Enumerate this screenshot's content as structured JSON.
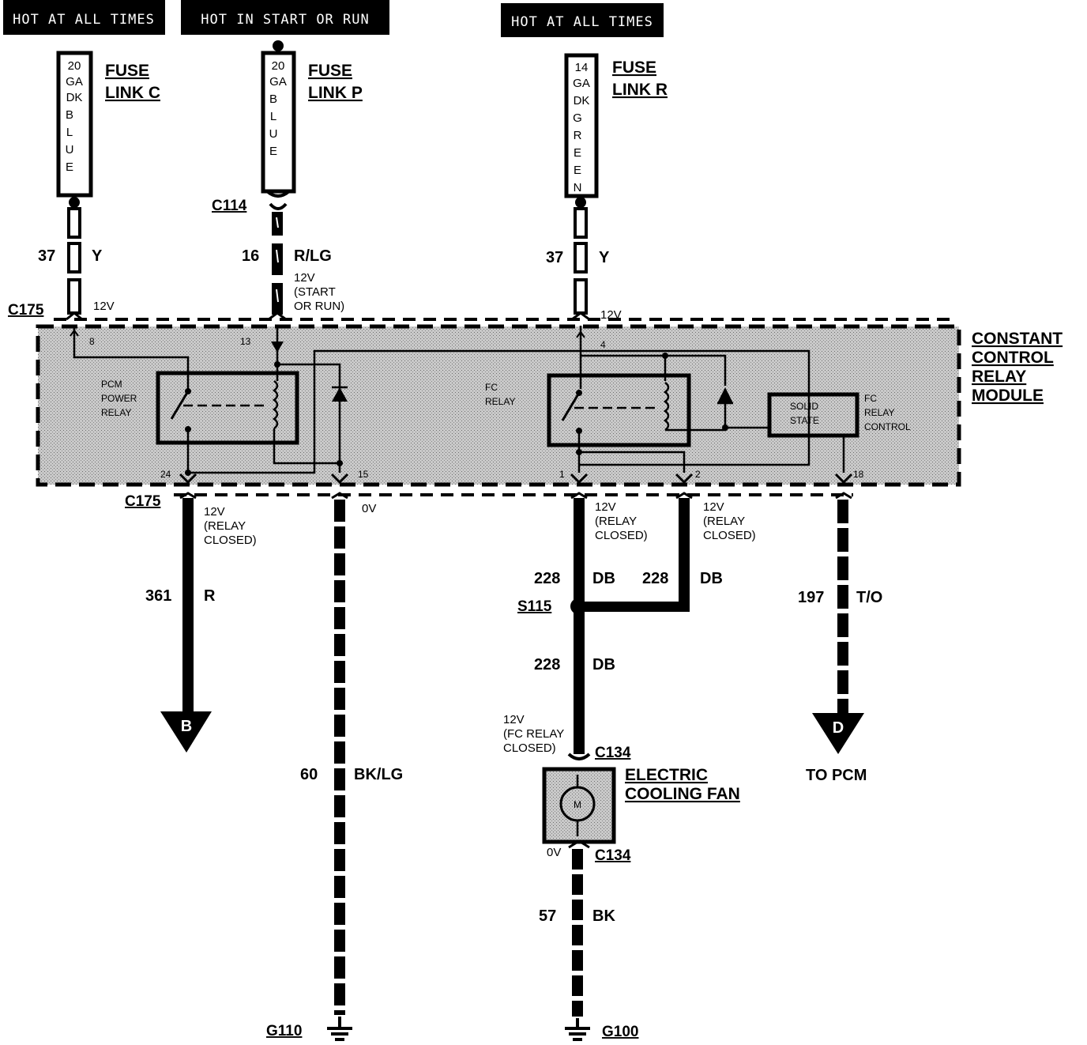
{
  "headers": {
    "left": "HOT AT ALL TIMES",
    "middle": "HOT IN  START OR RUN",
    "right": "HOT AT ALL TIMES"
  },
  "fuse_links": {
    "c": {
      "title_line1": "FUSE",
      "title_line2": "LINK C",
      "letters": [
        "20",
        "GA",
        "DK",
        "B",
        "L",
        "U",
        "E"
      ]
    },
    "p": {
      "title_line1": "FUSE",
      "title_line2": "LINK P",
      "letters": [
        "20",
        "GA",
        "B",
        "L",
        "U",
        "E"
      ]
    },
    "r": {
      "title_line1": "FUSE",
      "title_line2": "LINK R",
      "letters": [
        "14",
        "GA",
        "DK",
        "G",
        "R",
        "E",
        "E",
        "N"
      ]
    }
  },
  "connectors": {
    "c114": "C114",
    "c175_top": "C175",
    "c175_bottom": "C175",
    "s115": "S115",
    "c134_top": "C134",
    "c134_bottom": "C134",
    "g110": "G110",
    "g100": "G100"
  },
  "wires": {
    "w37_left": {
      "circuit": "37",
      "color": "Y"
    },
    "w16": {
      "circuit": "16",
      "color": "R/LG"
    },
    "w37_right": {
      "circuit": "37",
      "color": "Y"
    },
    "w361": {
      "circuit": "361",
      "color": "R"
    },
    "w60": {
      "circuit": "60",
      "color": "BK/LG"
    },
    "w228_a": {
      "circuit": "228",
      "color": "DB"
    },
    "w228_b": {
      "circuit": "228",
      "color": "DB"
    },
    "w228_c": {
      "circuit": "228",
      "color": "DB"
    },
    "w57": {
      "circuit": "57",
      "color": "BK"
    },
    "w197": {
      "circuit": "197",
      "color": "T/O"
    }
  },
  "voltages": {
    "top_left": "12V",
    "top_mid": [
      "12V",
      "(START",
      "OR RUN)"
    ],
    "top_right": "12V",
    "pin24": [
      "12V",
      "(RELAY",
      "CLOSED)"
    ],
    "pin15": "0V",
    "pin1": [
      "12V",
      "(RELAY",
      "CLOSED)"
    ],
    "pin2": [
      "12V",
      "(RELAY",
      "CLOSED)"
    ],
    "fan_top": [
      "12V",
      "(FC RELAY",
      "CLOSED)"
    ],
    "fan_bottom": "0V"
  },
  "module": {
    "title": [
      "CONSTANT",
      "CONTROL",
      "RELAY",
      "MODULE"
    ],
    "pcm_relay": [
      "PCM",
      "POWER",
      "RELAY"
    ],
    "fc_relay": [
      "FC",
      "RELAY"
    ],
    "solid_state": [
      "SOLID",
      "STATE"
    ],
    "fc_relay_control": [
      "FC",
      "RELAY",
      "CONTROL"
    ],
    "pins": {
      "p8": "8",
      "p13": "13",
      "p4": "4",
      "p24": "24",
      "p15": "15",
      "p1": "1",
      "p2": "2",
      "p18": "18"
    }
  },
  "fan": {
    "label_line1": "ELECTRIC",
    "label_line2": "COOLING FAN",
    "motor": "M"
  },
  "destinations": {
    "b": "B",
    "d": "D",
    "to_pcm": "TO PCM"
  }
}
